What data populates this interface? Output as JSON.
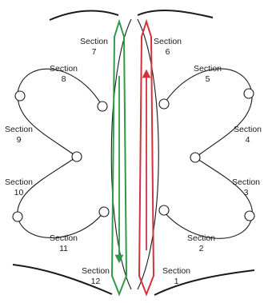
{
  "sections": [
    {
      "id": "s7",
      "name": "Section",
      "number": "7"
    },
    {
      "id": "s6",
      "name": "Section",
      "number": "6"
    },
    {
      "id": "s8",
      "name": "Section",
      "number": "8"
    },
    {
      "id": "s5",
      "name": "Section",
      "number": "5"
    },
    {
      "id": "s9",
      "name": "Section",
      "number": "9"
    },
    {
      "id": "s4",
      "name": "Section",
      "number": "4"
    },
    {
      "id": "s10",
      "name": "Section",
      "number": "10"
    },
    {
      "id": "s3",
      "name": "Section",
      "number": "3"
    },
    {
      "id": "s11",
      "name": "Section",
      "number": "11"
    },
    {
      "id": "s2",
      "name": "Section",
      "number": "2"
    },
    {
      "id": "s12",
      "name": "Section",
      "number": "12"
    },
    {
      "id": "s1",
      "name": "Section",
      "number": "1"
    }
  ],
  "colors": {
    "green_band": "#2e9a48",
    "red_band": "#d2323c",
    "outline": "#1a1a1a"
  }
}
